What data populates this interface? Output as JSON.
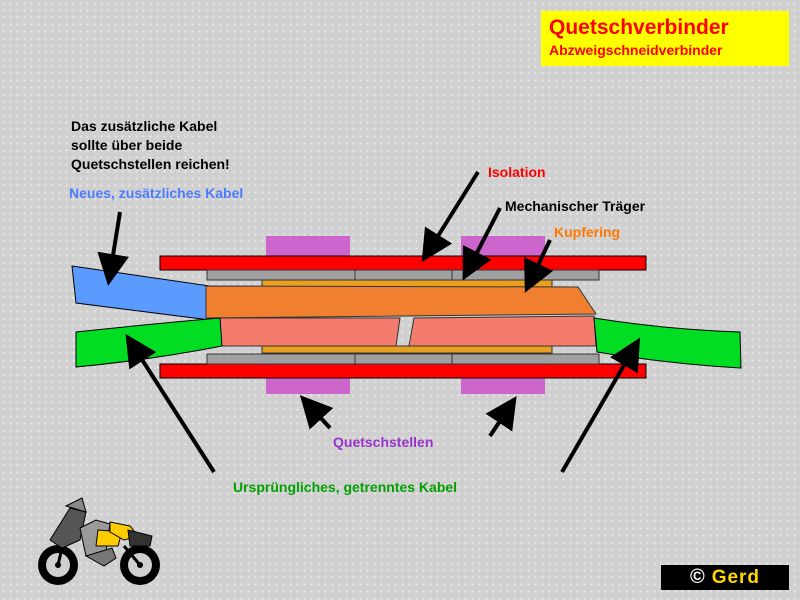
{
  "title": {
    "main": "Quetschverbinder",
    "sub": "Abzweigschneidverbinder"
  },
  "note": {
    "lines": [
      "Das zusätzliche Kabel",
      "sollte über beide",
      "Quetschstellen reichen!"
    ]
  },
  "labels": {
    "new_cable": "Neues, zusätzliches Kabel",
    "insulation": "Isolation",
    "carrier": "Mechanischer Träger",
    "copper": "Kupfering",
    "crimp_points": "Quetschstellen",
    "original_cable": "Ursprüngliches, getrenntes Kabel"
  },
  "copyright": {
    "symbol": "©",
    "name": "Gerd"
  },
  "colors": {
    "insulation": "#ff0000",
    "carrier": "#a0a0a0",
    "copper": "#e8a020",
    "crimp": "#cc66cc",
    "new_cable": "#5b9bff",
    "original_cable": "#00dd22",
    "core_orange": "#f08030",
    "core_salmon": "#f47c6c",
    "label_new_cable": "#4b7bff",
    "label_insulation": "#ff0000",
    "label_copper": "#ff7700",
    "label_crimp": "#9933cc",
    "label_original": "#00a000",
    "title_bg": "#ffff00"
  }
}
